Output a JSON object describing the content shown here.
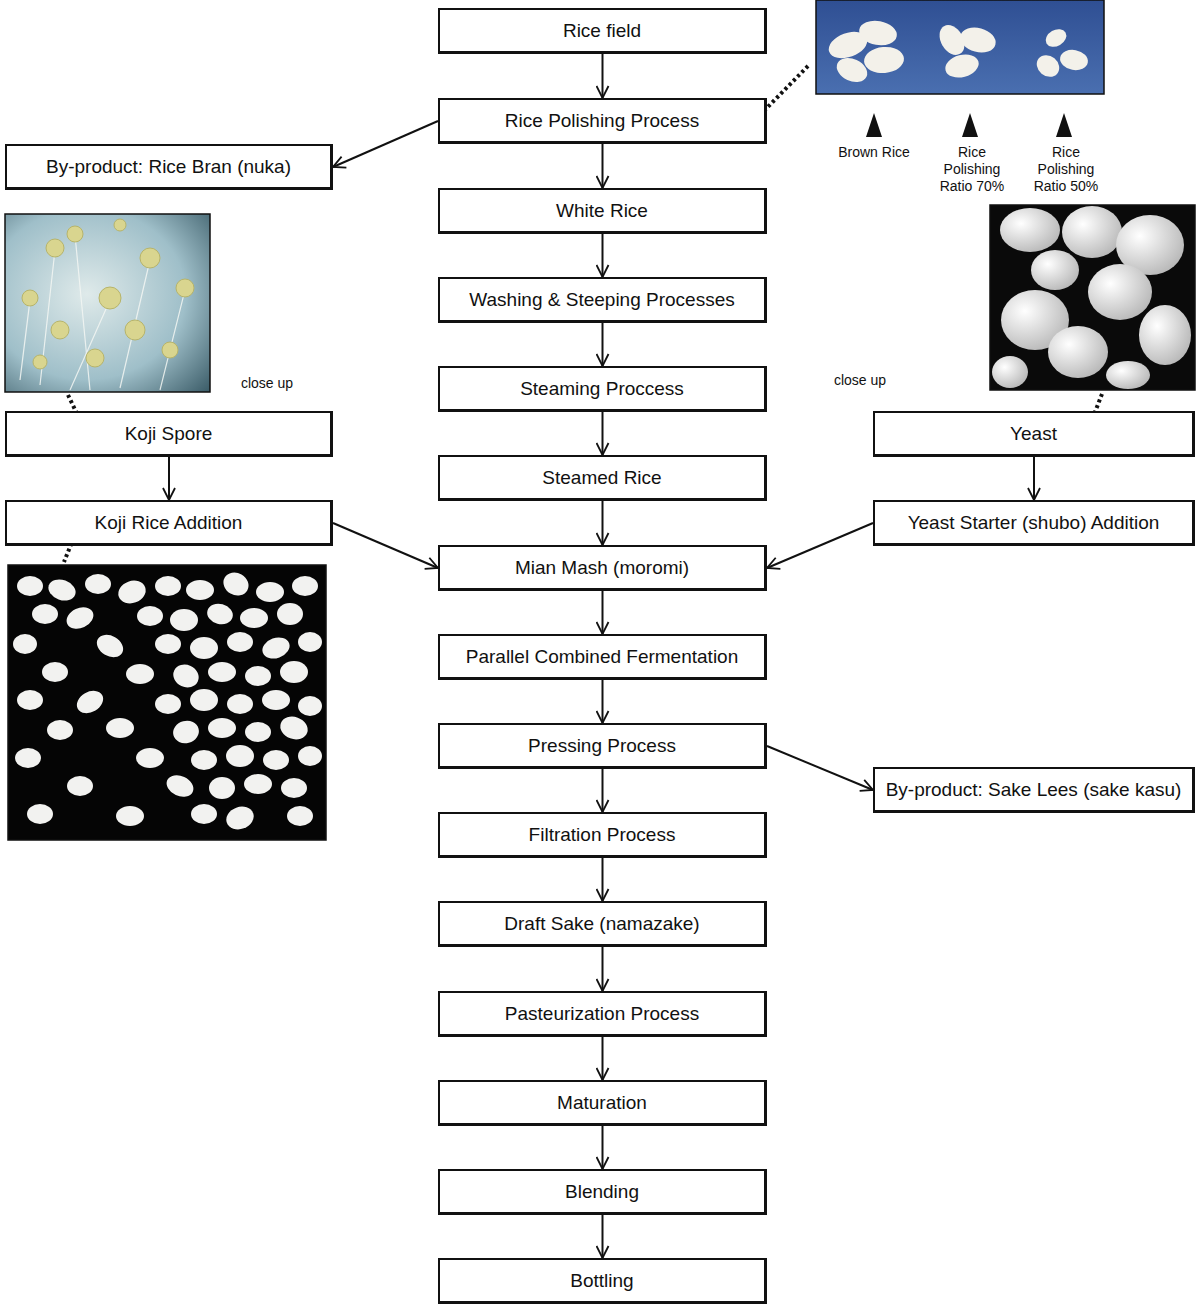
{
  "diagram": {
    "nodes": [
      {
        "text": [
          "Rice field"
        ]
      },
      {
        "text": [
          "Rice Polishing Process"
        ]
      },
      {
        "text": [
          "By-product: Rice Bran (nuka)"
        ]
      },
      {
        "text": [
          "White Rice"
        ]
      },
      {
        "text": [
          "Washing & Steeping Processes"
        ]
      },
      {
        "text": [
          "Steaming Proccess"
        ]
      },
      {
        "text": [
          "Koji Spore"
        ]
      },
      {
        "text": [
          "Yeast"
        ]
      },
      {
        "text": [
          "Steamed Rice"
        ]
      },
      {
        "text": [
          "Koji Rice Addition"
        ]
      },
      {
        "text": [
          "Mian Mash (moromi)"
        ]
      },
      {
        "text": [
          "Yeast Starter (shubo) Addition"
        ]
      },
      {
        "text": [
          "Parallel Combined Fermentation"
        ]
      },
      {
        "text": [
          "Pressing Process"
        ]
      },
      {
        "text": [
          "By-product: Sake Lees (sake kasu)"
        ]
      },
      {
        "text": [
          "Filtration Process"
        ]
      },
      {
        "text": [
          "Draft Sake (namazake)"
        ]
      },
      {
        "text": [
          "Pasteurization Process"
        ]
      },
      {
        "text": [
          "Maturation"
        ]
      },
      {
        "text": [
          "Blending"
        ]
      },
      {
        "text": [
          "Bottling"
        ]
      }
    ],
    "edges": [
      {
        "from": 0,
        "to": 1,
        "arrow": "to"
      },
      {
        "from": 1,
        "to": 2,
        "arrow": "to"
      },
      {
        "from": 1,
        "to": 3,
        "arrow": "to"
      },
      {
        "from": 3,
        "to": 4,
        "arrow": "to"
      },
      {
        "from": 4,
        "to": 5,
        "arrow": "to"
      },
      {
        "from": 5,
        "to": 8,
        "arrow": "to"
      },
      {
        "from": 6,
        "to": 9,
        "arrow": "to"
      },
      {
        "from": 7,
        "to": 11,
        "arrow": "to"
      },
      {
        "from": 8,
        "to": 10,
        "arrow": "to"
      },
      {
        "from": 9,
        "to": 10,
        "arrow": "to"
      },
      {
        "from": 11,
        "to": 10,
        "arrow": "to"
      },
      {
        "from": 10,
        "to": 12,
        "arrow": "to"
      },
      {
        "from": 12,
        "to": 13,
        "arrow": "to"
      },
      {
        "from": 13,
        "to": 14,
        "arrow": "to"
      },
      {
        "from": 13,
        "to": 15,
        "arrow": "to"
      },
      {
        "from": 15,
        "to": 16,
        "arrow": "to"
      },
      {
        "from": 16,
        "to": 17,
        "arrow": "to"
      },
      {
        "from": 17,
        "to": 18,
        "arrow": "to"
      },
      {
        "from": 18,
        "to": 19,
        "arrow": "to"
      },
      {
        "from": 19,
        "to": 20,
        "arrow": "to"
      }
    ],
    "labels": [
      "Brown Rice",
      "Rice Polishing Ratio 70%",
      "Rice Polishing Ratio 50%",
      "close up",
      "close up"
    ]
  }
}
